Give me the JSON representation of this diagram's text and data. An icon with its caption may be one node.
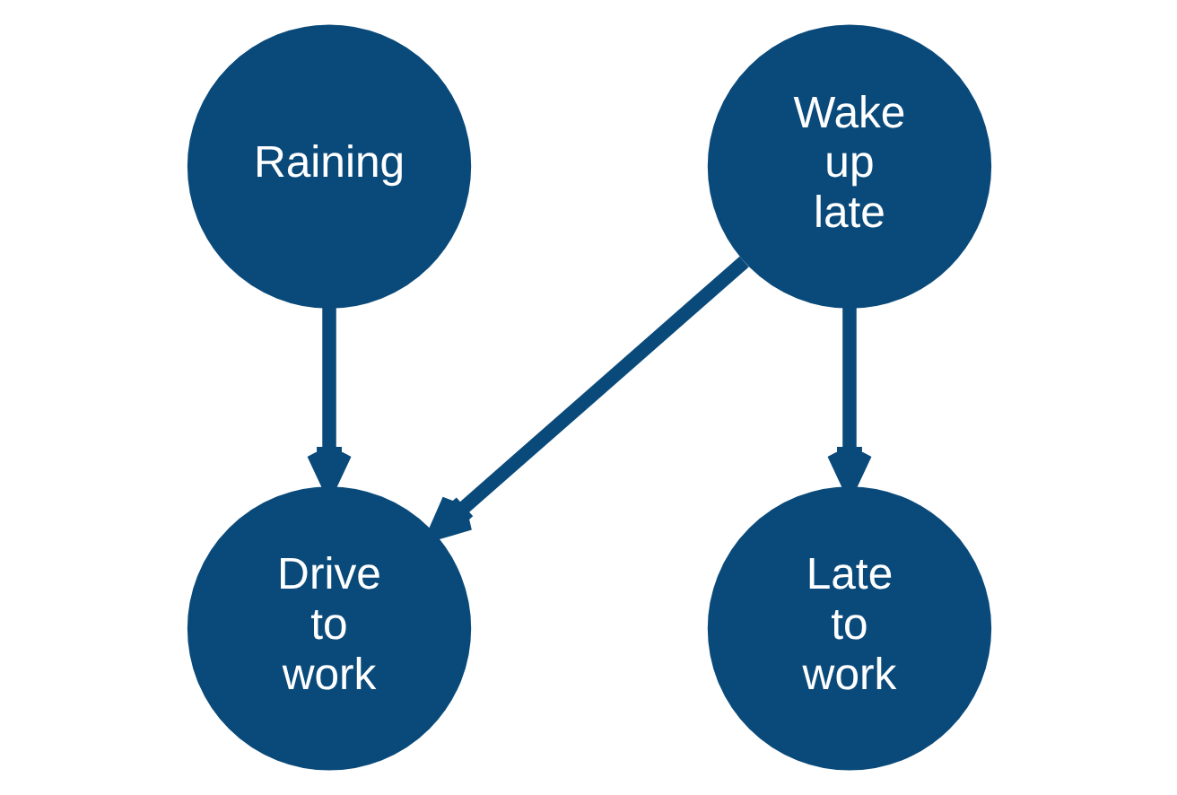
{
  "diagram": {
    "nodes": [
      {
        "text": [
          "Raining"
        ]
      },
      {
        "text": [
          "Wake up late"
        ]
      },
      {
        "text": [
          "Drive to work"
        ]
      },
      {
        "text": [
          "Late to work"
        ]
      }
    ],
    "edges": [
      {
        "from": 0,
        "to": 2,
        "arrow": "to"
      },
      {
        "from": 1,
        "to": 2,
        "arrow": "to"
      },
      {
        "from": 1,
        "to": 3,
        "arrow": "to"
      }
    ]
  }
}
